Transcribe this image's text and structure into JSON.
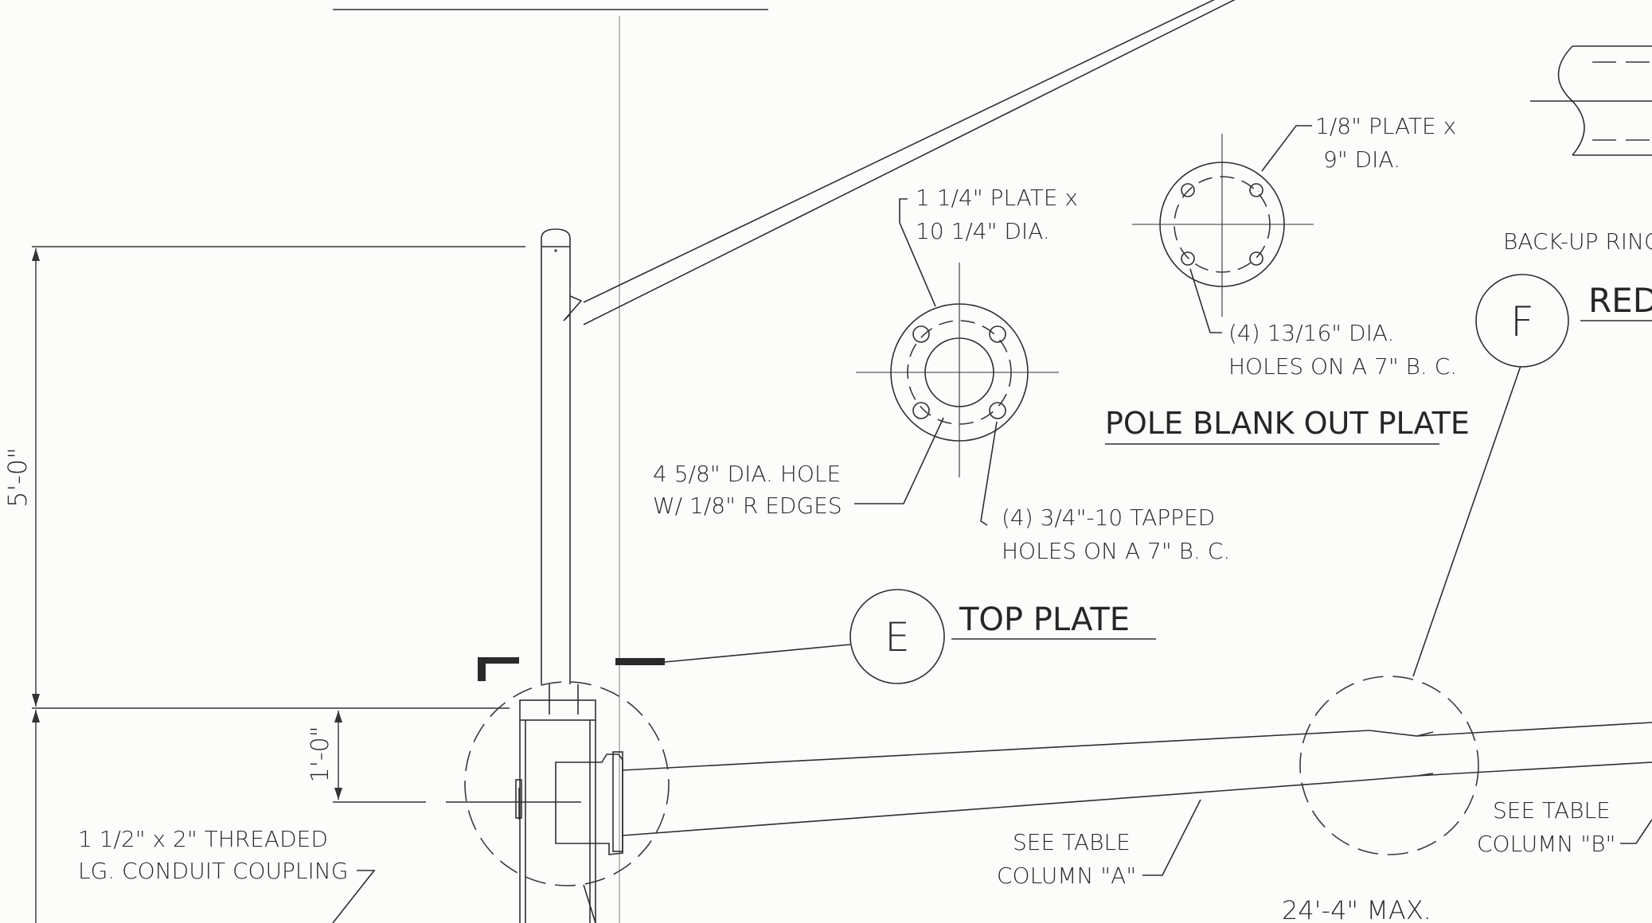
{
  "dimensions": {
    "height_total": "5'-0\"",
    "height_lower": "1'-0\"",
    "arm_length": "24'-4\" MAX."
  },
  "top_plate": {
    "callout_letter": "E",
    "title": "TOP PLATE",
    "plate_note_line1": "1 1/4\" PLATE x",
    "plate_note_line2": "10 1/4\" DIA.",
    "hole_note_line1": "4 5/8\" DIA. HOLE",
    "hole_note_line2": "W/ 1/8\" R EDGES",
    "tapped_note_line1": "(4) 3/4\"-10 TAPPED",
    "tapped_note_line2": "HOLES ON A 7\" B. C."
  },
  "blank_out_plate": {
    "title": "POLE BLANK OUT PLATE",
    "plate_note_line1": "1/8\" PLATE x",
    "plate_note_line2": "9\" DIA.",
    "holes_note_line1": "(4) 13/16\"  DIA.",
    "holes_note_line2": "HOLES ON A 7\" B. C."
  },
  "detail_f": {
    "callout_letter": "F",
    "title_partial": "RED",
    "backup_ring": "BACK-UP RING"
  },
  "notes": {
    "conduit_line1": "1 1/2\" x 2\" THREADED",
    "conduit_line2": "LG. CONDUIT COUPLING",
    "table_a_line1": "SEE TABLE",
    "table_a_line2": "COLUMN \"A\"",
    "table_b_line1": "SEE TABLE",
    "table_b_line2": "COLUMN \"B\""
  }
}
